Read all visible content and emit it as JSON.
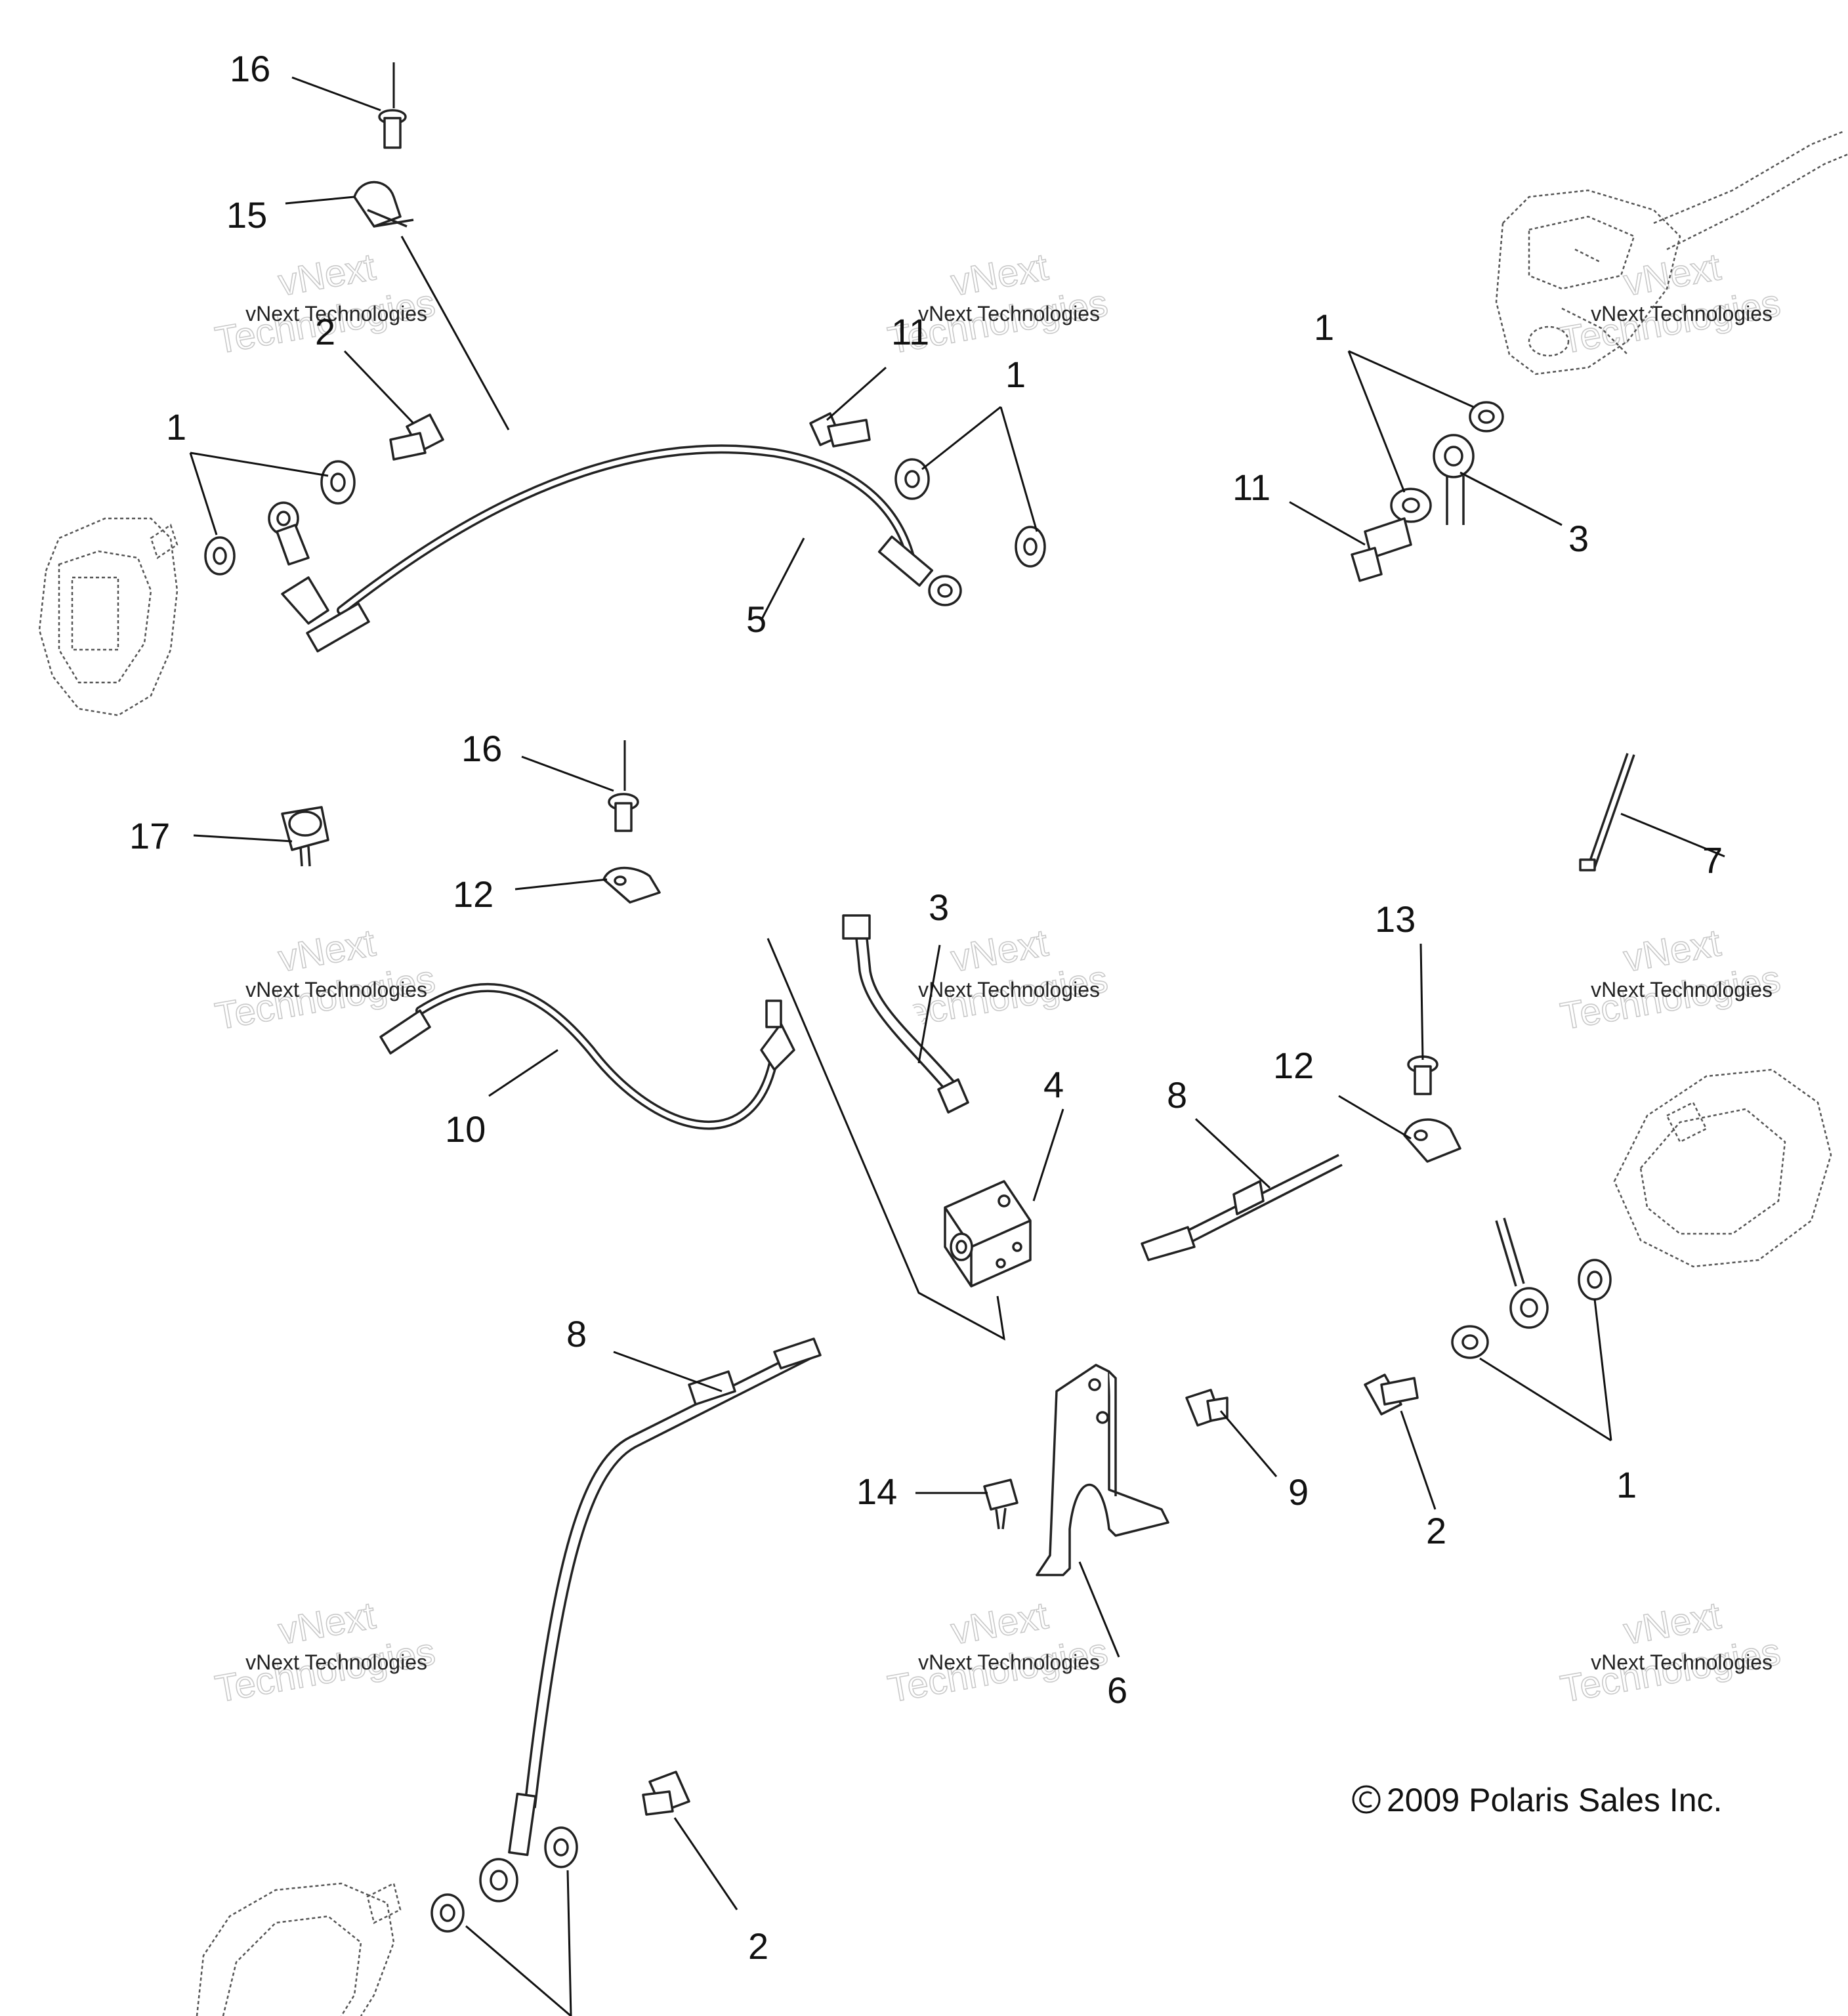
{
  "callouts": {
    "c16a": "16",
    "c15": "15",
    "c2a": "2",
    "c1a": "1",
    "c11a": "11",
    "c1b": "1",
    "c5": "5",
    "c1c": "1",
    "c11b": "11",
    "c3a": "3",
    "c16b": "16",
    "c17": "17",
    "c12a": "12",
    "c3b": "3",
    "c7": "7",
    "c13": "13",
    "c10": "10",
    "c4": "4",
    "c8a": "8",
    "c12b": "12",
    "c8b": "8",
    "c14": "14",
    "c9": "9",
    "c2b": "2",
    "c1d": "1",
    "c6": "6",
    "c2c": "2"
  },
  "watermark": {
    "small": "vNext Technologies",
    "big_line1": "vNext",
    "big_line2": "Technologies"
  },
  "copyright": "2009 Polaris Sales Inc."
}
